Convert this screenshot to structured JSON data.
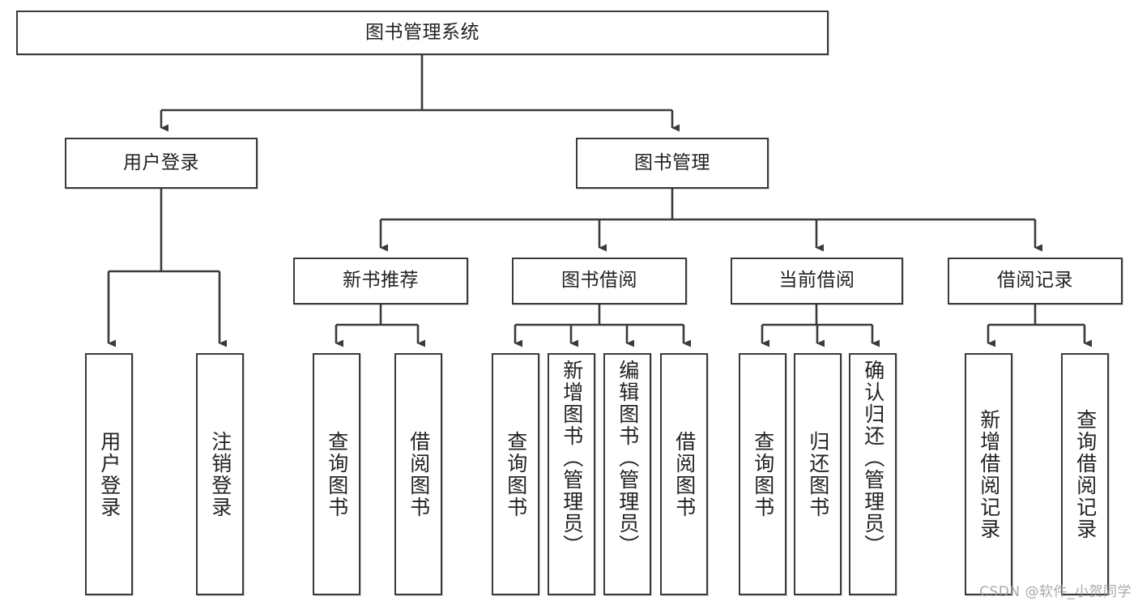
{
  "diagram": {
    "title": "图书管理系统",
    "type": "tree",
    "watermark": "CSDN @软件_小贺同学",
    "line_color": "#3a3a3a",
    "box_fill": "#ffffff",
    "text_color": "#222222",
    "levels": {
      "root": {
        "label": "图书管理系统"
      },
      "level2": [
        {
          "label": "用户登录"
        },
        {
          "label": "图书管理"
        }
      ],
      "level3": [
        {
          "label": "新书推荐"
        },
        {
          "label": "图书借阅"
        },
        {
          "label": "当前借阅"
        },
        {
          "label": "借阅记录"
        }
      ],
      "leaves": {
        "user_login": [
          {
            "label": "用户登录"
          },
          {
            "label": "注销登录"
          }
        ],
        "new_book_recommend": [
          {
            "label": "查询图书"
          },
          {
            "label": "借阅图书"
          }
        ],
        "book_borrow": [
          {
            "label": "查询图书"
          },
          {
            "label": "新增图书（管理员）"
          },
          {
            "label": "编辑图书（管理员）"
          },
          {
            "label": "借阅图书"
          }
        ],
        "current_borrow": [
          {
            "label": "查询图书"
          },
          {
            "label": "归还图书"
          },
          {
            "label": "确认归还（管理员）"
          }
        ],
        "borrow_record": [
          {
            "label": "新增借阅记录"
          },
          {
            "label": "查询借阅记录"
          }
        ]
      }
    }
  }
}
